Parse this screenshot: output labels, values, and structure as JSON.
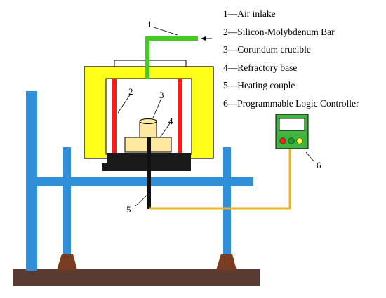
{
  "legend": [
    {
      "num": "1",
      "sep": "—",
      "name": "Air inlake"
    },
    {
      "num": "2",
      "sep": "—",
      "name": "Silicon-Molybdenum Bar"
    },
    {
      "num": "3",
      "sep": "—",
      "name": "Corundum crucible"
    },
    {
      "num": "4",
      "sep": "—",
      "name": "Refractory base"
    },
    {
      "num": "5",
      "sep": "—",
      "name": "Heating couple"
    },
    {
      "num": "6",
      "sep": "—",
      "name": "Programmable Logic Controller"
    }
  ],
  "callouts": {
    "air_inlake": "1",
    "si_mo_bar": "2",
    "crucible": "3",
    "refractory_base": "4",
    "heating_couple": "5",
    "plc": "6"
  },
  "colors": {
    "frame_blue": "#2f8fd8",
    "furnace_yellow": "#ffff1a",
    "heating_bar_red": "#ff1a1a",
    "air_pipe_green": "#44cc22",
    "crucible_fill": "#ffe9a0",
    "wire_orange": "#f2b21b",
    "plc_green": "#3fb53f",
    "ground_brown": "#5a3b32",
    "foot_brown": "#7a3c20",
    "base_dark": "#1a1a1a"
  },
  "icons": {
    "air_arrow": "left-arrow-icon",
    "plc_lights": [
      "red-light-icon",
      "green-light-icon",
      "yellow-light-icon"
    ]
  }
}
